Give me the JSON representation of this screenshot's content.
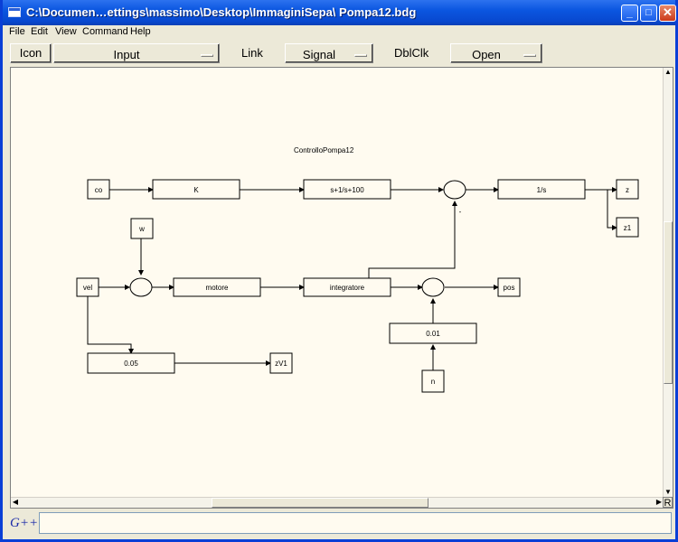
{
  "window": {
    "title": "C:\\Documen…ettings\\massimo\\Desktop\\ImmaginiSepa\\  Pompa12.bdg",
    "controls": {
      "minimize": "_",
      "maximize": "□",
      "close": "✕"
    }
  },
  "menu": [
    "File",
    "Edit",
    "View",
    "Command",
    "Help"
  ],
  "toolbar": {
    "icon_button": "Icon",
    "input_dropdown": "Input",
    "link_label": "Link",
    "signal_dropdown": "Signal",
    "dblclk_label": "DblClk",
    "open_dropdown": "Open"
  },
  "diagram": {
    "title": "ControlloPompa12",
    "blocks": {
      "co": "co",
      "K": "K",
      "tf": "s+1/s+100",
      "int1": "1/s",
      "z": "z",
      "z1": "z1",
      "w": "w",
      "vel": "vel",
      "motore": "motore",
      "integratore": "integratore",
      "pos": "pos",
      "gain001": "0.01",
      "gain005": "0.05",
      "zv1": "zV1",
      "n": "n"
    },
    "minus_sign": "-"
  },
  "scroll": {
    "corner": "R"
  },
  "status": {
    "prompt": "G++",
    "command_value": ""
  },
  "colors": {
    "titlebar": "#0b56e0",
    "canvas": "#fffbf0",
    "prompt": "#1a2aa8"
  }
}
